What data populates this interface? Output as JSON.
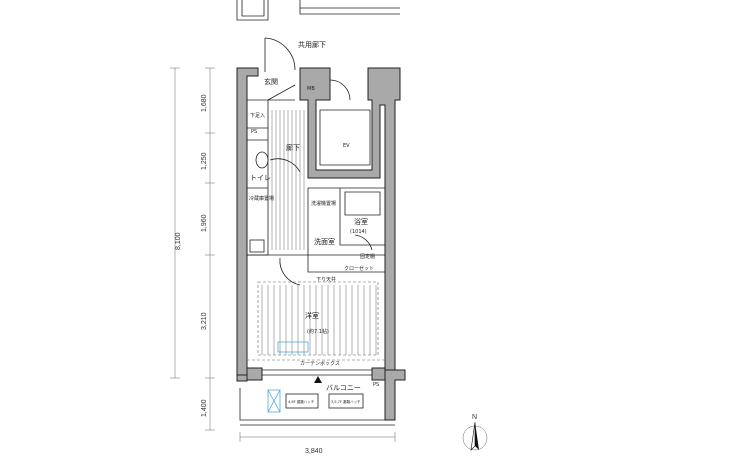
{
  "plan": {
    "corridor": "共用廊下",
    "entrance": "玄関",
    "mb": "MB",
    "shoe_box": "下足入",
    "ps": "PS",
    "hallway": "廊下",
    "toilet": "トイレ",
    "elevator": "EV",
    "fridge": "冷蔵庫置場",
    "washer": "洗濯機置場",
    "bath": "浴室",
    "bath_size": "(1014)",
    "washroom": "洗面室",
    "fixed_shelf": "固定棚",
    "closet": "クローゼット",
    "lowered_ceiling": "下り天井",
    "curtain_box": "カーテンボックス",
    "western_room": "洋室",
    "western_room_size": "(約7.1帖)",
    "balcony": "バルコニー",
    "ps_balcony": "PS",
    "hatch_1": "4,6F 避難ハッチ",
    "hatch_2": "3,5,7F 避難ハッチ"
  },
  "dimensions": {
    "total_depth": "8,100",
    "segments": [
      "1,680",
      "1,250",
      "1,960",
      "3,210",
      "1,400"
    ],
    "width": "3,840"
  },
  "compass": {
    "label": "N"
  }
}
